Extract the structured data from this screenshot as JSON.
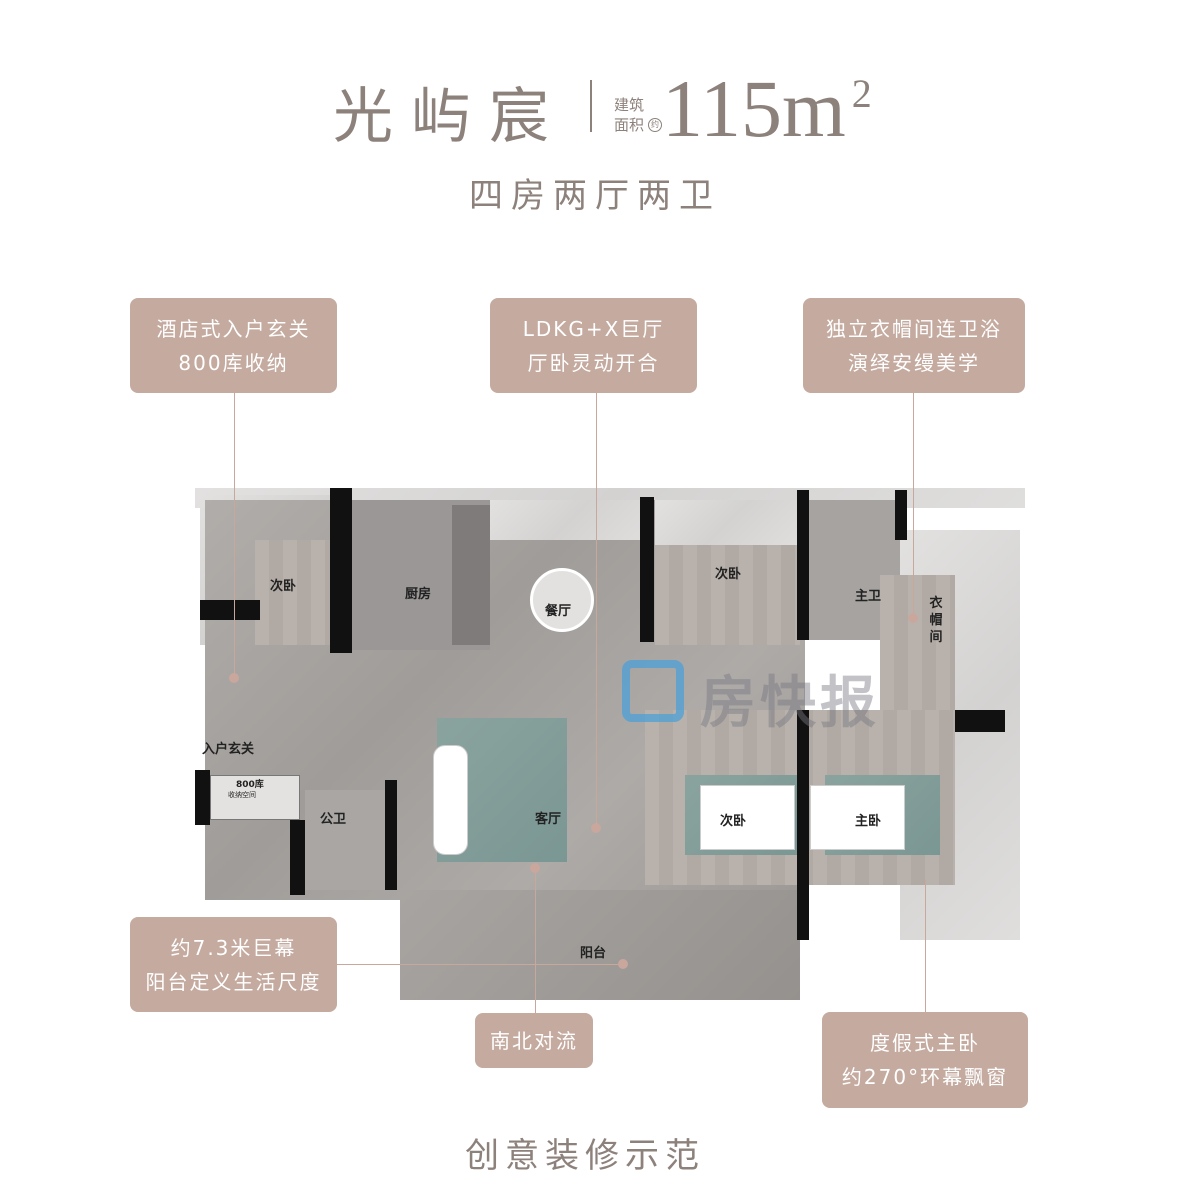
{
  "header": {
    "title": "光屿宸",
    "area_label_line1": "建筑",
    "area_label_line2": "面积",
    "area_unit_mark": "约",
    "area": "115m",
    "area_sup": "2",
    "subtitle": "四房两厅两卫"
  },
  "callouts": [
    {
      "line1": "酒店式入户玄关",
      "line2": "800库收纳"
    },
    {
      "line1": "LDKG+X巨厅",
      "line2": "厅卧灵动开合"
    },
    {
      "line1": "独立衣帽间连卫浴",
      "line2": "演绎安缦美学"
    },
    {
      "line1": "约7.3米巨幕",
      "line2": "阳台定义生活尺度"
    },
    {
      "line1": "南北对流"
    },
    {
      "line1": "度假式主卧",
      "line2": "约270°环幕飘窗"
    }
  ],
  "rooms": {
    "bedroom_w": "次卧",
    "kitchen": "厨房",
    "dining": "餐厅",
    "bedroom_n": "次卧",
    "master_bath": "主卫",
    "walkin": "衣帽间",
    "entry": "入户玄关",
    "storage": "800库",
    "storage_sub": "收纳空间",
    "guest_bath": "公卫",
    "living": "客厅",
    "bedroom_s": "次卧",
    "master": "主卧",
    "balcony": "阳台"
  },
  "watermark": "购房快报",
  "footer": "创意装修示范",
  "colors": {
    "accent": "#c4aa9f",
    "text": "#8d817b"
  }
}
